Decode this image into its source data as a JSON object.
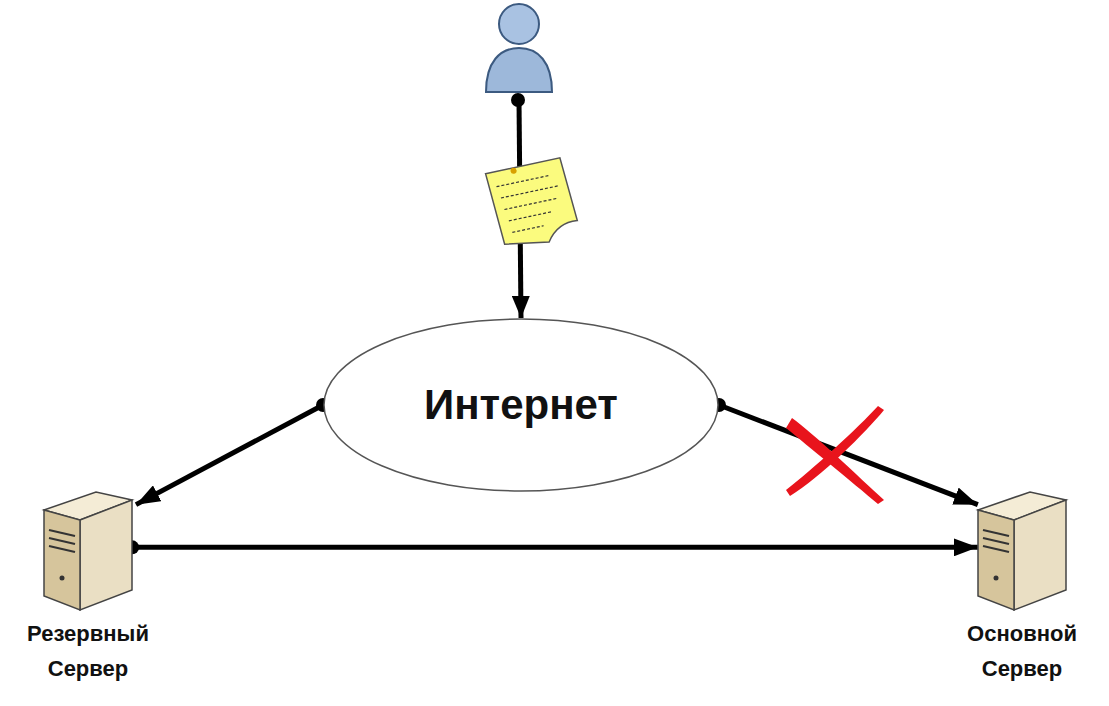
{
  "diagram": {
    "nodes": [
      {
        "text": [
          "Интернет"
        ]
      },
      {
        "text": [
          "Резервный Сервер"
        ]
      },
      {
        "text": [
          "Основной Сервер"
        ]
      }
    ],
    "edges": [
      {
        "from": 0,
        "to": 1,
        "arrow": "to"
      },
      {
        "from": 0,
        "to": 2,
        "arrow": "to"
      },
      {
        "from": 1,
        "to": 2,
        "arrow": "to"
      }
    ]
  }
}
